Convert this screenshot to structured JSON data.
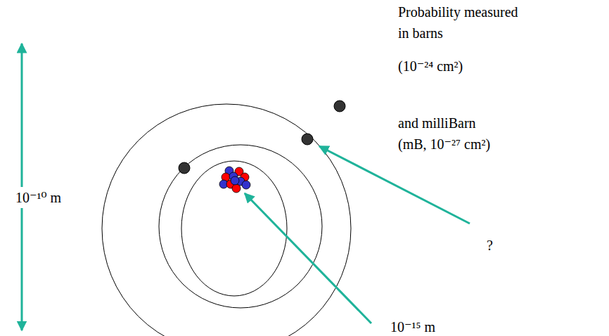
{
  "diagram": {
    "labels": [
      "Probability measured in barns",
      "(10⁻²⁴ cm²)",
      "and milliBarn (mB, 10⁻²⁷ cm²)",
      "?",
      "10⁻¹⁰ m",
      "10⁻¹⁵ m"
    ]
  }
}
